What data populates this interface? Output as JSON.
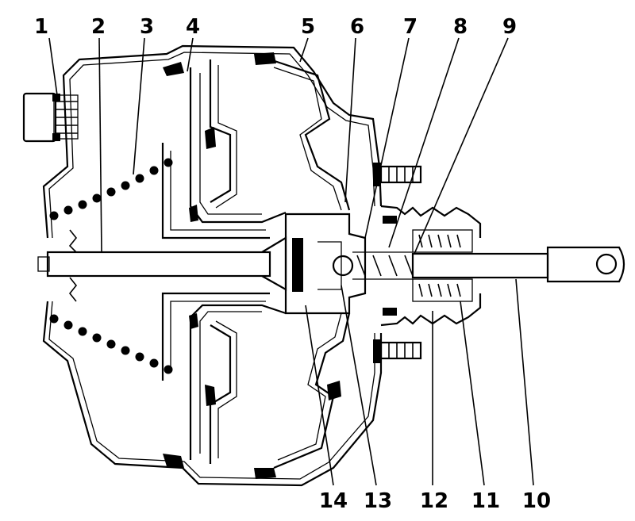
{
  "diagram": {
    "labels": [
      "1",
      "2",
      "3",
      "4",
      "5",
      "6",
      "7",
      "8",
      "9",
      "10",
      "11",
      "12",
      "13",
      "14"
    ]
  },
  "colors": {
    "ink": "#000000",
    "paper": "#ffffff"
  }
}
